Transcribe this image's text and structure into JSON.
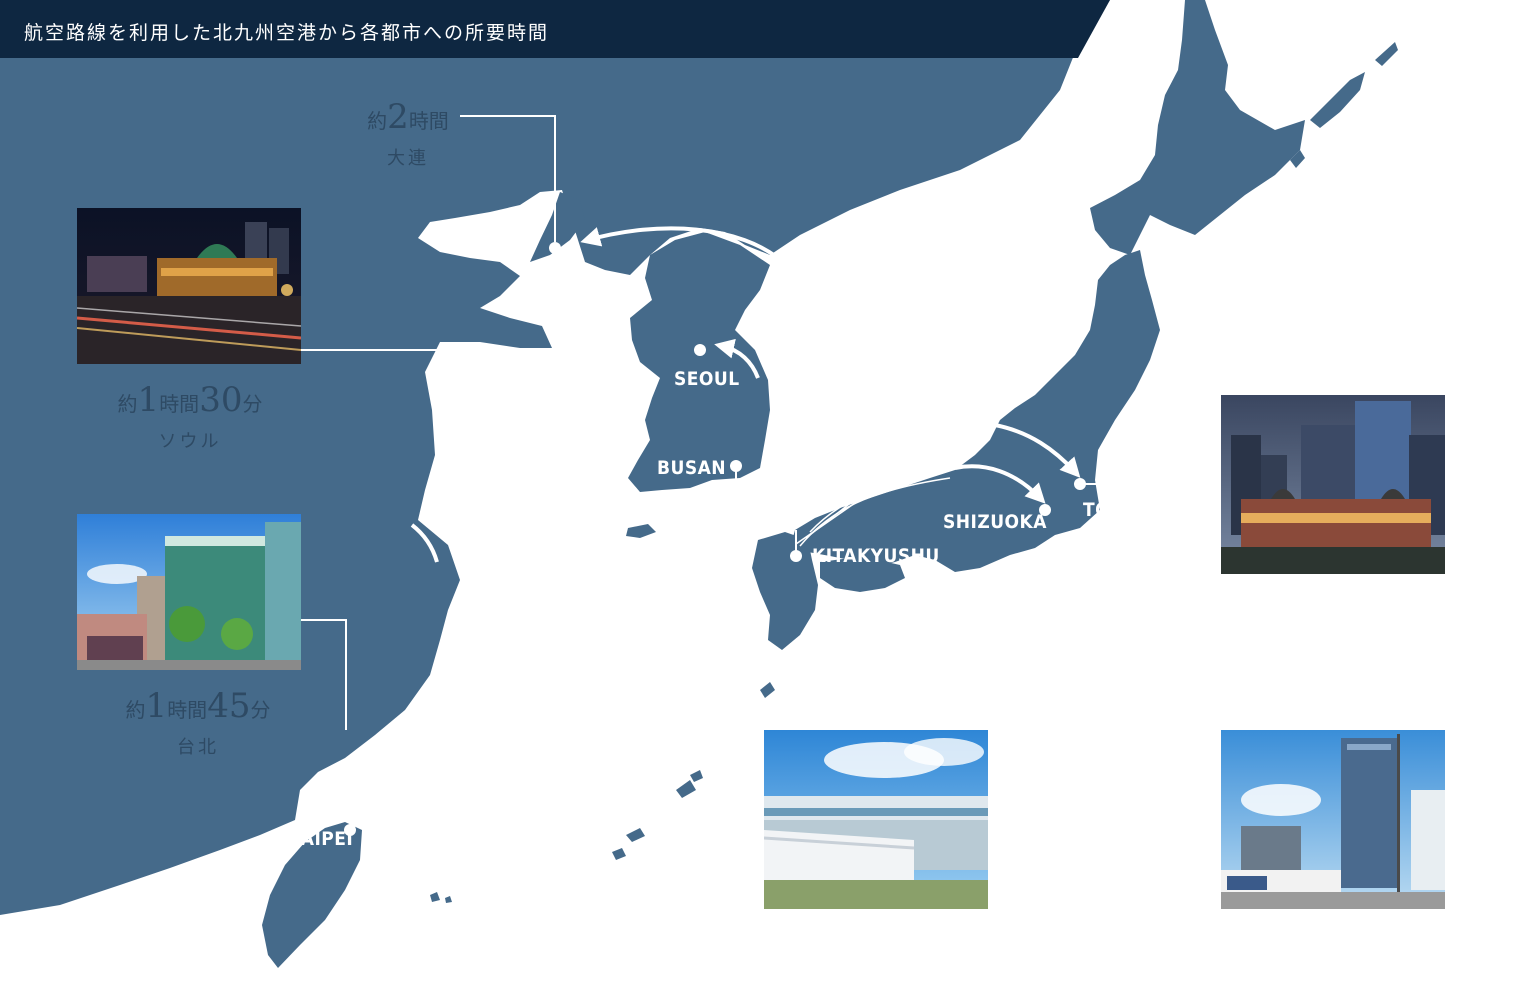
{
  "header": {
    "title": "航空路線を利用した北九州空港から各都市への所要時間"
  },
  "colors": {
    "land": "#456a8a",
    "header": "#0e2741",
    "route": "#ffffff",
    "text": "#2e4a64"
  },
  "cities": {
    "dalian": {
      "time_prefix": "約",
      "time_hours": "2",
      "time_unit_h": "時間",
      "name": "大連"
    },
    "seoul": {
      "label": "SEOUL",
      "time_prefix": "約",
      "time_hours": "1",
      "time_unit_h": "時間",
      "time_minutes": "30",
      "time_unit_m": "分",
      "name": "ソウル"
    },
    "taipei": {
      "label": "TAIPEI",
      "time_prefix": "約",
      "time_hours": "1",
      "time_unit_h": "時間",
      "time_minutes": "45",
      "time_unit_m": "分",
      "name": "台北"
    },
    "busan": {
      "label": "BUSAN"
    },
    "kitakyushu": {
      "label": "KITAKYUSHU"
    },
    "shizuoka": {
      "label": "SHIZUOKA"
    },
    "tokyo": {
      "label": "TOKYO"
    }
  },
  "photos": [
    {
      "subject": "seoul-station-night"
    },
    {
      "subject": "taipei-building"
    },
    {
      "subject": "tokyo-station-night"
    },
    {
      "subject": "kitakyushu-airport"
    },
    {
      "subject": "shizuoka-station"
    }
  ]
}
